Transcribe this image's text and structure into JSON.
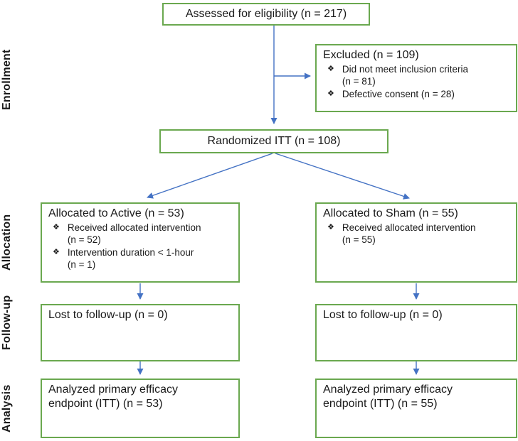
{
  "colors": {
    "box_border": "#6aa84f",
    "arrow": "#4472c4",
    "text": "#1a1a1a",
    "background": "#ffffff"
  },
  "bullet_glyph": "❖",
  "side_labels": [
    "Enrollment",
    "Allocation",
    "Follow-up",
    "Analysis"
  ],
  "boxes": {
    "assessed": {
      "title": "Assessed for eligibility (n = 217)"
    },
    "excluded": {
      "title": "Excluded (n = 109)",
      "bullets": [
        "Did not meet inclusion criteria\n(n = 81)",
        "Defective consent (n = 28)"
      ]
    },
    "randomized": {
      "title": "Randomized ITT (n = 108)"
    },
    "allocated_active": {
      "title": "Allocated to Active (n = 53)",
      "bullets": [
        "Received allocated intervention\n(n = 52)",
        "Intervention duration < 1-hour\n(n = 1)"
      ]
    },
    "allocated_sham": {
      "title": "Allocated to Sham (n = 55)",
      "bullets": [
        "Received allocated intervention\n(n = 55)"
      ]
    },
    "lost_active": {
      "title": "Lost to follow-up (n = 0)"
    },
    "lost_sham": {
      "title": "Lost to follow-up (n = 0)"
    },
    "analyzed_active": {
      "title": "Analyzed primary efficacy\nendpoint (ITT) (n = 53)"
    },
    "analyzed_sham": {
      "title": "Analyzed primary efficacy\nendpoint (ITT) (n = 55)"
    }
  }
}
